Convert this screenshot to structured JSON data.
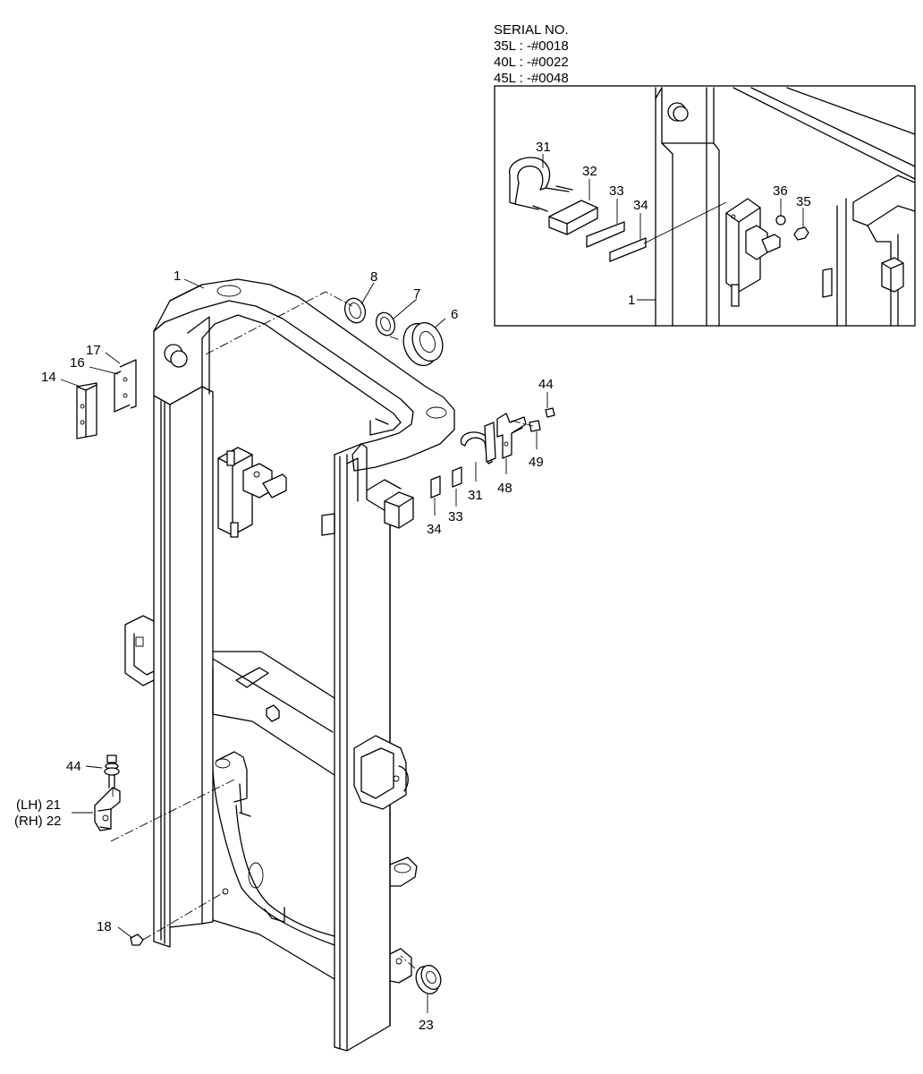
{
  "serial": {
    "title": "SERIAL NO.",
    "lines": [
      "35L : -#0018",
      "40L : -#0022",
      "45L : -#0048"
    ]
  },
  "inset_labels": {
    "l31": "31",
    "l32": "32",
    "l33": "33",
    "l34": "34",
    "l36": "36",
    "l35": "35",
    "l1": "1"
  },
  "labels": {
    "l1": "1",
    "l8": "8",
    "l7": "7",
    "l6": "6",
    "l17": "17",
    "l16": "16",
    "l14": "14",
    "l44a": "44",
    "l49": "49",
    "l48": "48",
    "l31": "31",
    "l33": "33",
    "l34": "34",
    "l44b": "44",
    "l21": "(LH) 21",
    "l22": "(RH) 22",
    "l18": "18",
    "l23": "23"
  }
}
